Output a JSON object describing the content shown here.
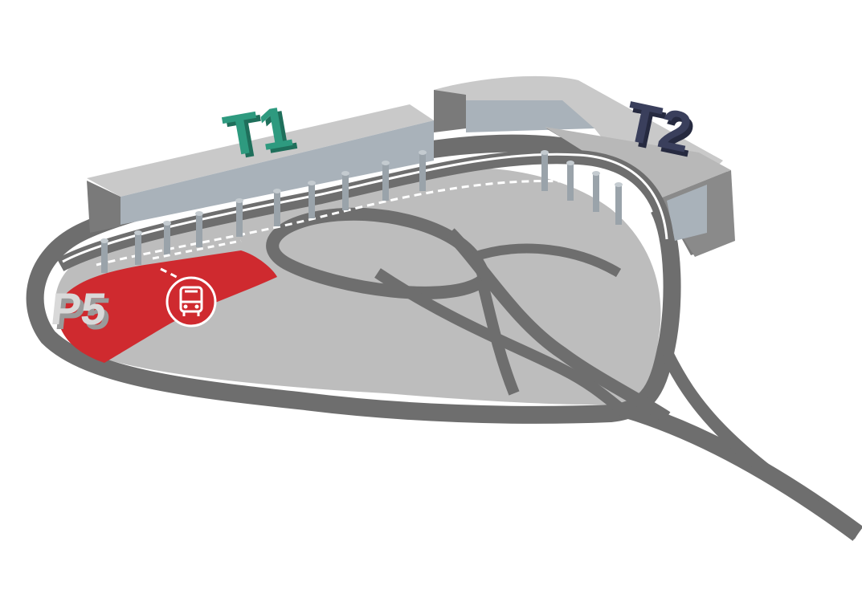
{
  "map": {
    "terminals": [
      {
        "label": "T1",
        "color": "#2e9a7f",
        "shade": "#1f6f5b"
      },
      {
        "label": "T2",
        "color": "#3a3f5c",
        "shade": "#262a40"
      }
    ],
    "parking": {
      "label": "P5",
      "zone_color": "#cf2a2f",
      "label_color": "#d9d9d9"
    },
    "shuttle": {
      "icon": "bus-icon",
      "color": "#cf2a2f"
    },
    "colors": {
      "road": "#6e6e6e",
      "ground": "#bdbdbd",
      "building_top": "#c9c9c9",
      "building_side": "#7a7a7a",
      "glass": "#a9b2ba",
      "pillar": "#9aa3aa"
    }
  }
}
